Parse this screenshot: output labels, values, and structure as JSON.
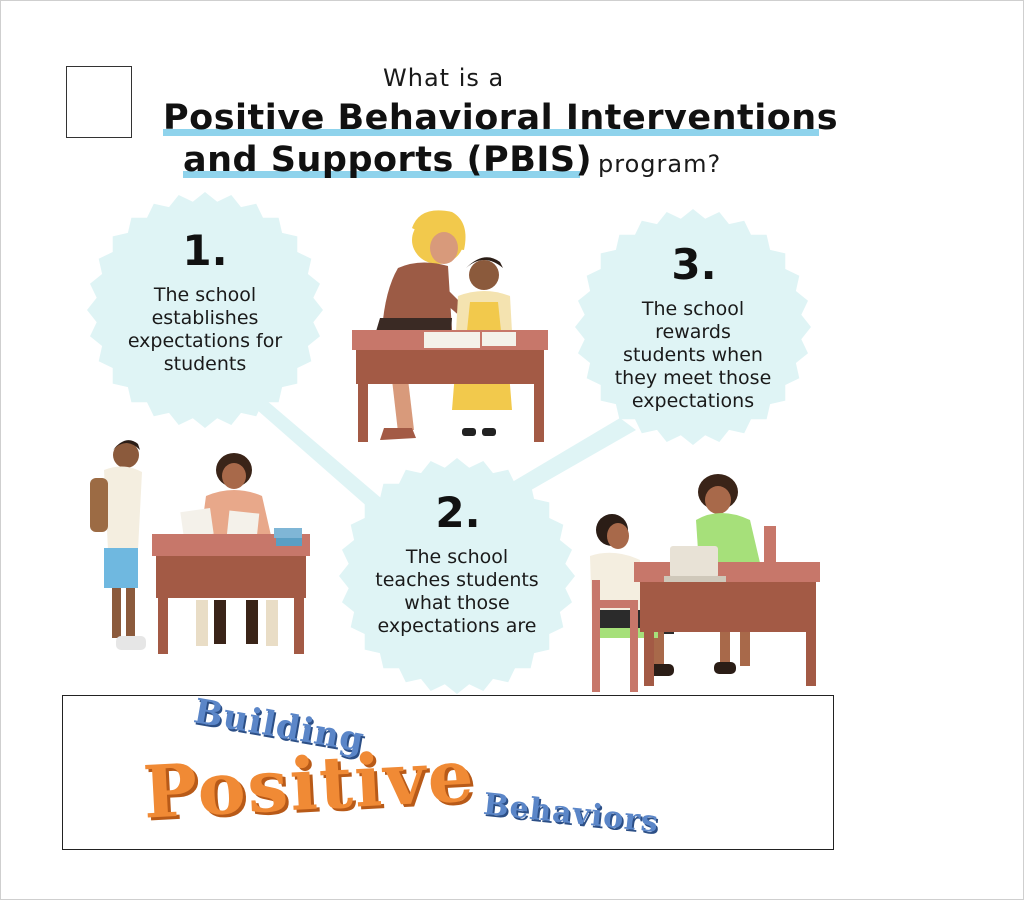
{
  "title": {
    "line1": "What is a",
    "line2": "Positive Behavioral Interventions",
    "line3_bold": "and Supports (PBIS)",
    "line3_rest": "program?"
  },
  "steps": [
    {
      "number": "1.",
      "text": "The school\nestablishes\nexpectations for\nstudents"
    },
    {
      "number": "2.",
      "text": "The school\nteaches students\nwhat those\nexpectations are"
    },
    {
      "number": "3.",
      "text": "The school\nrewards\nstudents when\nthey meet those\nexpectations"
    }
  ],
  "banner": {
    "word1": "Building",
    "word2": "Positive",
    "word3": "Behaviors"
  },
  "colors": {
    "badge": "#dff4f5",
    "highlight": "#8fd3ec",
    "desk": "#a35a45",
    "banner_orange": "#f08a35",
    "banner_blue": "#5b86c8"
  }
}
